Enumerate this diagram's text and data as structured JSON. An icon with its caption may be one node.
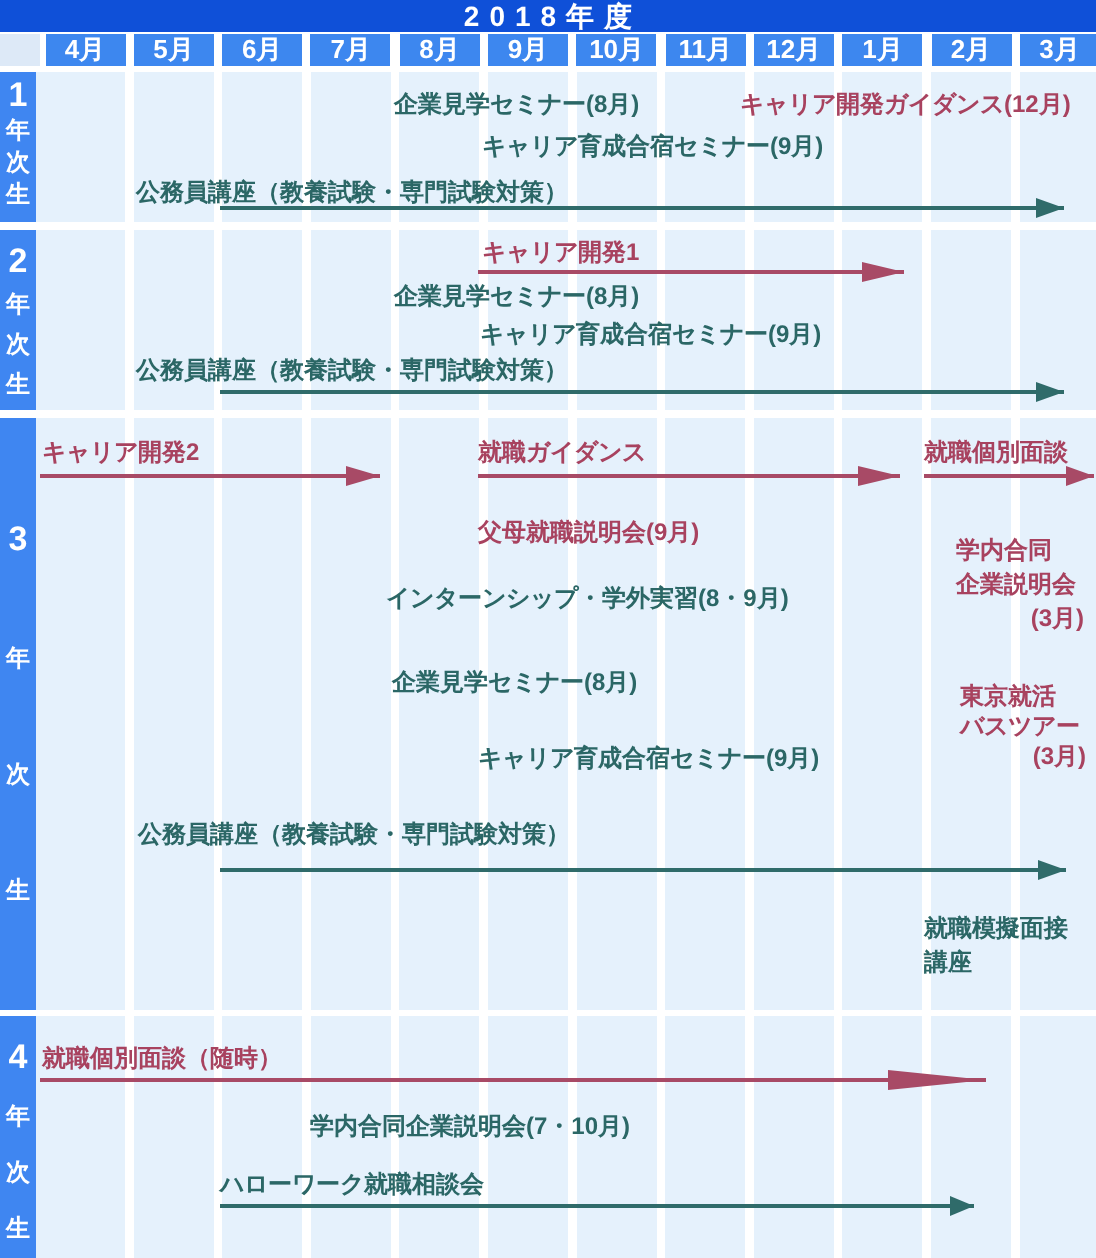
{
  "diagram": {
    "title": "2018年度",
    "nodes": [
      {
        "text": [
          "1年次生",
          "企業見学セミナー(8月)",
          "キャリア開発ガイダンス(12月)",
          "キャリア育成合宿セミナー(9月)",
          "公務員講座（教養試験・専門試験対策）"
        ]
      },
      {
        "text": [
          "2年次生",
          "キャリア開発1",
          "企業見学セミナー(8月)",
          "キャリア育成合宿セミナー(9月)",
          "公務員講座（教養試験・専門試験対策）"
        ]
      },
      {
        "text": [
          "3年次生",
          "キャリア開発2",
          "就職ガイダンス",
          "就職個別面談",
          "父母就職説明会(9月)",
          "学内合同企業説明会(3月)",
          "インターンシップ・学外実習(8・9月)",
          "企業見学セミナー(8月)",
          "東京就活バスツアー(3月)",
          "キャリア育成合宿セミナー(9月)",
          "公務員講座（教養試験・専門試験対策）",
          "就職模擬面接講座"
        ]
      },
      {
        "text": [
          "4年次生",
          "就職個別面談（随時）",
          "学内合同企業説明会(7・10月)",
          "ハローワーク就職相談会"
        ]
      }
    ],
    "labels": [
      "4月",
      "5月",
      "6月",
      "7月",
      "8月",
      "9月",
      "10月",
      "11月",
      "12月",
      "1月",
      "2月",
      "3月"
    ]
  }
}
